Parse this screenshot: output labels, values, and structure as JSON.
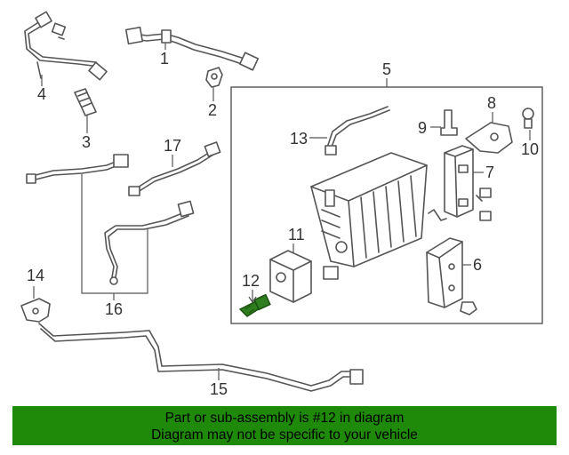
{
  "callouts": [
    "1",
    "2",
    "3",
    "4",
    "5",
    "6",
    "7",
    "8",
    "9",
    "10",
    "11",
    "12",
    "13",
    "14",
    "15",
    "16",
    "17"
  ],
  "highlighted_part": "12",
  "highlight_color": "#1f8a0a",
  "banner": {
    "line1": "Part or sub-assembly is #12 in diagram",
    "line2": "Diagram may not be specific to your vehicle"
  }
}
